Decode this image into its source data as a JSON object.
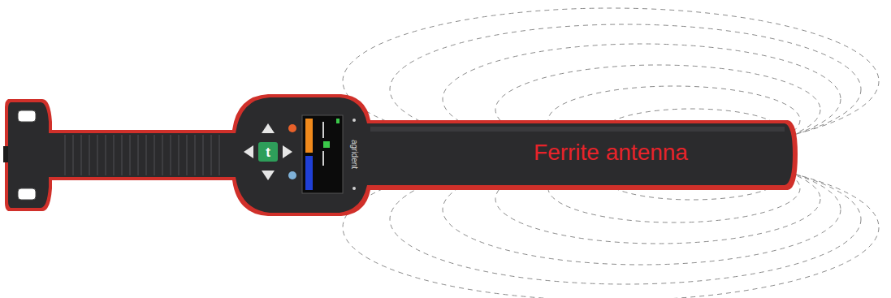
{
  "diagram": {
    "labels": [
      "t",
      "agrident",
      "Ferrite antenna"
    ]
  }
}
